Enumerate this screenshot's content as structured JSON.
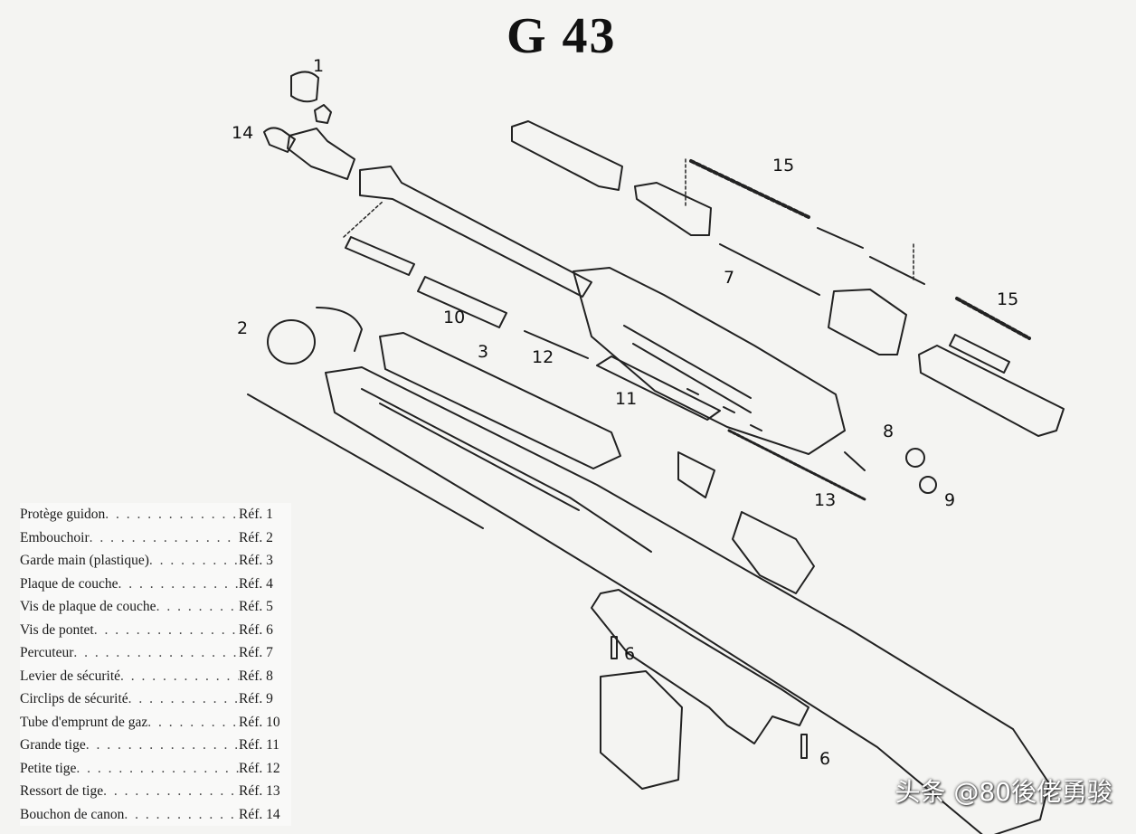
{
  "title": "G 43",
  "callouts": {
    "c1": "1",
    "c14": "14",
    "c15a": "15",
    "c15b": "15",
    "c7": "7",
    "c2": "2",
    "c10": "10",
    "c3": "3",
    "c12": "12",
    "c11": "11",
    "c8": "8",
    "c9": "9",
    "c13": "13",
    "c6a": "6",
    "c6b": "6"
  },
  "legend": [
    {
      "label": "Protège guidon",
      "ref": "Réf. 1"
    },
    {
      "label": "Embouchoir",
      "ref": "Réf. 2"
    },
    {
      "label": "Garde main (plastique)",
      "ref": "Réf. 3"
    },
    {
      "label": "Plaque de couche",
      "ref": "Réf. 4"
    },
    {
      "label": "Vis de plaque de couche",
      "ref": "Réf. 5"
    },
    {
      "label": "Vis de pontet",
      "ref": "Réf. 6"
    },
    {
      "label": "Percuteur",
      "ref": "Réf. 7"
    },
    {
      "label": "Levier de sécurité",
      "ref": "Réf. 8"
    },
    {
      "label": "Circlips de sécurité",
      "ref": "Réf. 9"
    },
    {
      "label": "Tube d'emprunt de gaz",
      "ref": "Réf. 10"
    },
    {
      "label": "Grande tige",
      "ref": "Réf. 11"
    },
    {
      "label": "Petite tige",
      "ref": "Réf. 12"
    },
    {
      "label": "Ressort de tige",
      "ref": "Réf. 13"
    },
    {
      "label": "Bouchon de canon",
      "ref": "Réf. 14"
    }
  ],
  "watermark": "头条 @80後佬勇骏"
}
